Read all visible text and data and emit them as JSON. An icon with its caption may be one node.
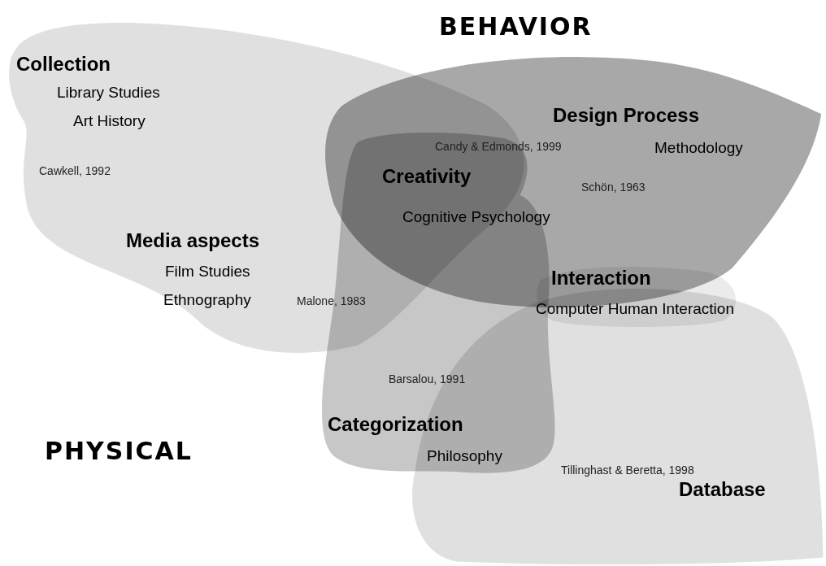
{
  "diagram": {
    "nodes": [
      {
        "text": [
          "Collection",
          "Library Studies",
          "Art History",
          "Cawkell, 1992",
          "Media aspects",
          "Film Studies",
          "Ethnography"
        ]
      },
      {
        "text": [
          "Design Process",
          "Methodology",
          "Schön, 1963"
        ]
      },
      {
        "text": [
          "Creativity",
          "Cognitive Psychology",
          "Barsalou, 1991",
          "Categorization",
          "Philosophy"
        ]
      },
      {
        "text": [
          "Interaction",
          "Computer Human Interaction"
        ]
      },
      {
        "text": [
          "Tillinghast & Beretta, 1998",
          "Database"
        ]
      }
    ],
    "labels": [
      "BEHAVIOR",
      "Candy & Edmonds, 1999",
      "Malone, 1983",
      "PHYSICAL"
    ]
  }
}
